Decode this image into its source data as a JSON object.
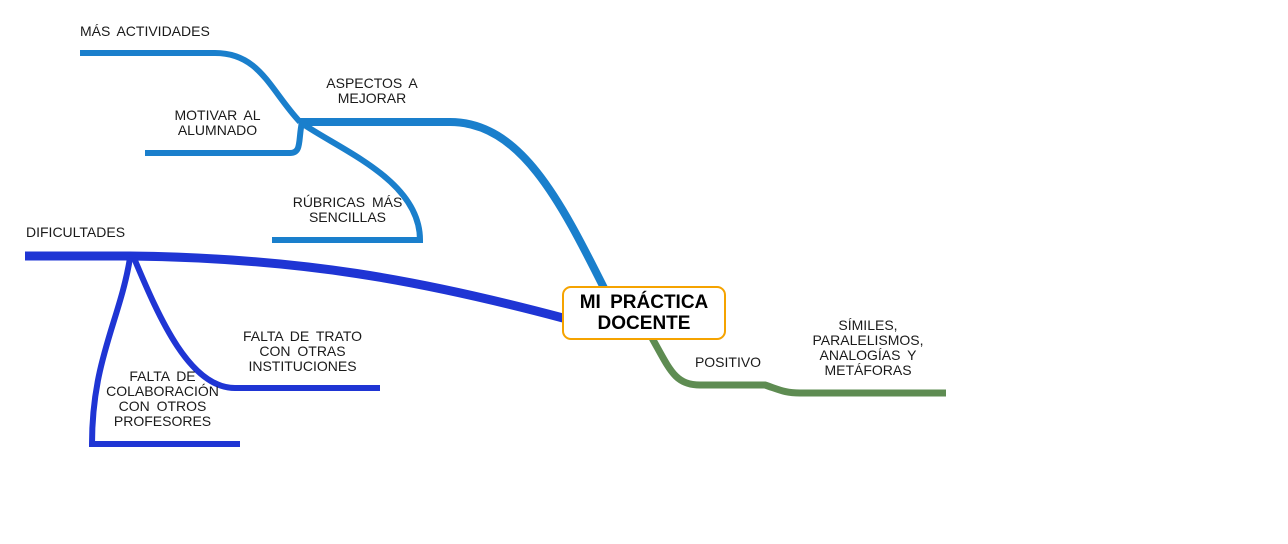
{
  "central": "MI PRÁCTICA\nDOCENTE",
  "branches": [
    {
      "label": "ASPECTOS A\nMEJORAR",
      "color": "#1a7fcc",
      "children": [
        "MÁS ACTIVIDADES",
        "MOTIVAR AL\nALUMNADO",
        "RÚBRICAS MÁS\nSENCILLAS"
      ]
    },
    {
      "label": "DIFICULTADES",
      "color": "#1f35d4",
      "children": [
        "FALTA DE TRATO\nCON OTRAS\nINSTITUCIONES",
        "FALTA DE\nCOLABORACIÓN\nCON OTROS\nPROFESORES"
      ]
    },
    {
      "label": "POSITIVO",
      "color": "#5e8c52",
      "children": [
        "SÍMILES,\nPARALELISMOS,\nANALOGÍAS Y\nMETÁFORAS"
      ]
    }
  ],
  "colors": {
    "central_border": "#f5a300"
  }
}
